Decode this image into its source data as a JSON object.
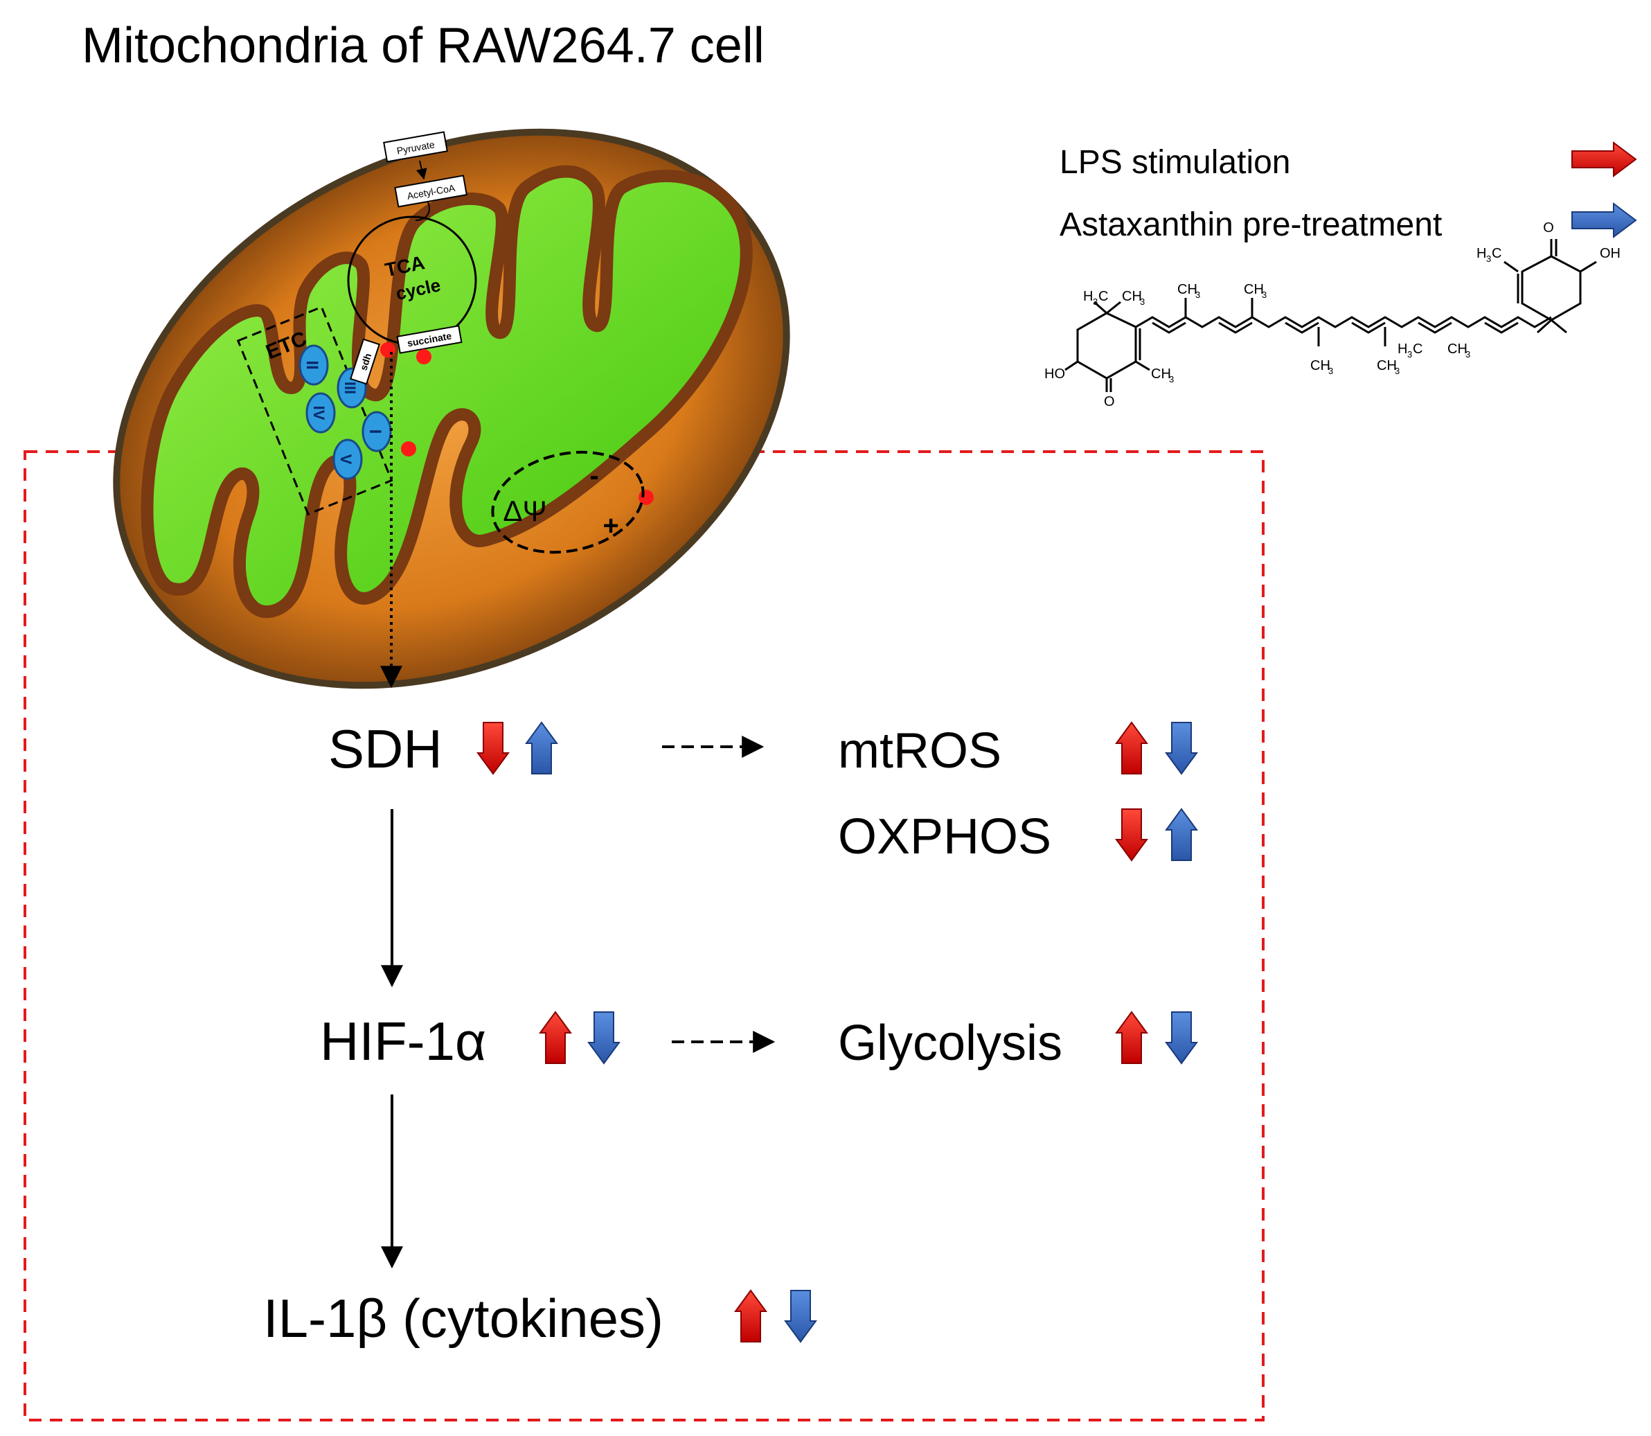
{
  "title": "Mitochondria of RAW264.7 cell",
  "legend": {
    "items": [
      {
        "label": "LPS stimulation",
        "color": "#e31a1c",
        "icon": "arrow-right-icon"
      },
      {
        "label": "Astaxanthin pre-treatment",
        "color": "#3a6fc4",
        "icon": "arrow-right-icon"
      }
    ]
  },
  "structure_labels": {
    "oxygen_top": "O",
    "hydroxyl_right": "OH",
    "h3c_right": "H",
    "h3c_right_sub": "3",
    "h3c_right_c": "C",
    "ch3_a": "CH",
    "ch3_b": "CH",
    "h3c_left": "H",
    "h3c_left_sub": "3",
    "h3c_left_c": "C",
    "ch3_left": "CH",
    "hydroxyl_left": "HO",
    "oxygen_bottom": "O",
    "ch3_left2": "CH",
    "ch3_c": "CH",
    "ch3_d": "CH",
    "h3c_r2": "H",
    "h3c_r2_sub": "3",
    "h3c_r2_c": "C",
    "ch3_e": "CH",
    "sub3": "3"
  },
  "mitochondrion": {
    "pyruvate": "Pyruvate",
    "acetyl_coa": "Acetyl-CoA",
    "tca_line1": "TCA",
    "tca_line2": "cycle",
    "etc": "ETC",
    "sdh": "sdh",
    "succinate": "succinate",
    "complex_I": "I",
    "complex_II": "II",
    "complex_III": "III",
    "complex_IV": "IV",
    "complex_V": "V",
    "membrane_potential": "ΔΨ",
    "minus": "-",
    "plus": "+"
  },
  "flow": {
    "sdh": "SDH",
    "mtros": "mtROS",
    "oxphos": "OXPHOS",
    "hif": "HIF-1α",
    "glycolysis": "Glycolysis",
    "il1b": "IL-1β (cytokines)"
  },
  "colors": {
    "lps": "#e31a1c",
    "astaxanthin": "#3a6fc4",
    "dashed_box": "#e31a1c",
    "mito_outer": "#d97a1a",
    "mito_matrix": "#6ad62a",
    "mito_border": "#4a3a22"
  }
}
